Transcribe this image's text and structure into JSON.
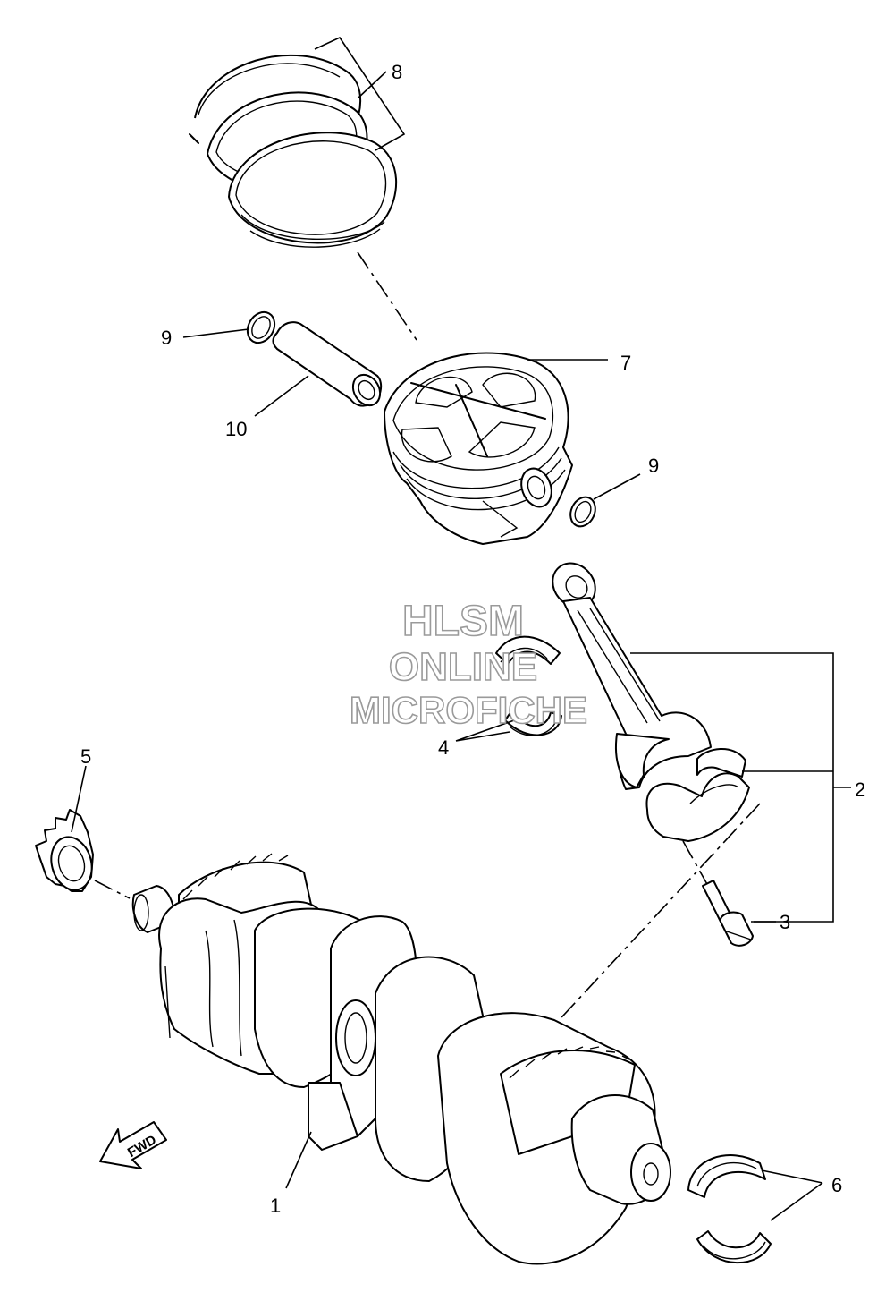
{
  "watermark": {
    "line1": "HLSM",
    "line2": "ONLINE",
    "line3": "MICROFICHE"
  },
  "direction_arrow": {
    "label": "FWD",
    "icon": "fwd-arrow-icon"
  },
  "callouts": {
    "c1": "1",
    "c2": "2",
    "c3": "3",
    "c4": "4",
    "c5": "5",
    "c6": "6",
    "c7": "7",
    "c8": "8",
    "c9a": "9",
    "c9b": "9",
    "c10": "10"
  },
  "parts": [
    "crankshaft",
    "connecting-rod",
    "rod-bolt",
    "rod-bearing",
    "crank-gear",
    "main-bearing",
    "piston",
    "piston-rings",
    "piston-pin-clip",
    "piston-pin"
  ]
}
